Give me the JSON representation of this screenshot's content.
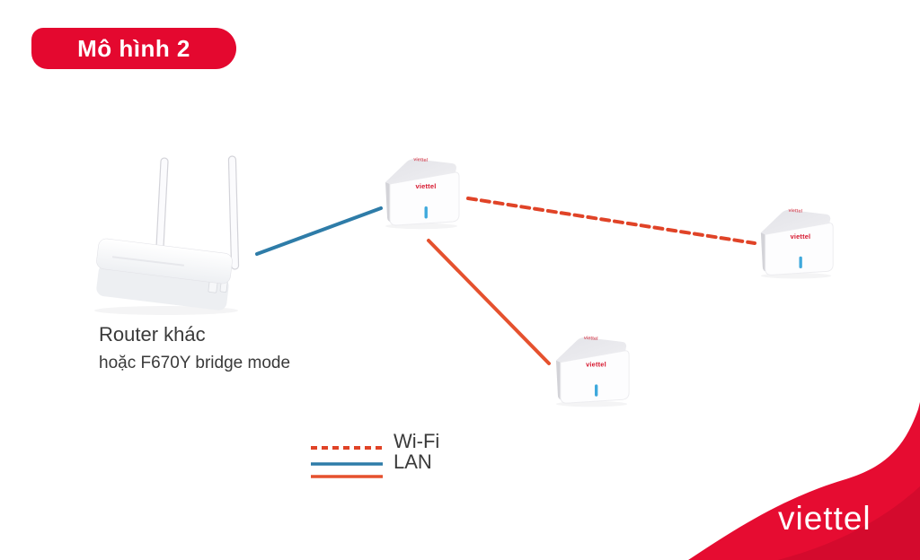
{
  "badge": {
    "label": "Mô hình 2"
  },
  "diagram": {
    "router": {
      "title": "Router khác",
      "subtitle": "hoặc F670Y bridge mode"
    },
    "nodes": [
      {
        "id": "mesh-node-top",
        "logo": "viettel"
      },
      {
        "id": "mesh-node-right",
        "logo": "viettel"
      },
      {
        "id": "mesh-node-bottom",
        "logo": "viettel"
      }
    ],
    "connections": [
      {
        "from": "router",
        "to": "mesh-node-top",
        "type": "LAN",
        "style": "solid",
        "color": "#2e7ca8"
      },
      {
        "from": "mesh-node-top",
        "to": "mesh-node-right",
        "type": "Wi-Fi",
        "style": "dashed",
        "color": "#e04327"
      },
      {
        "from": "mesh-node-top",
        "to": "mesh-node-bottom",
        "type": "LAN",
        "style": "solid",
        "color": "#e5512e"
      }
    ]
  },
  "legend": {
    "wifi_label": "Wi-Fi",
    "lan_label": "LAN",
    "wifi_line_color": "#e04327",
    "lan_line_color_blue": "#2e7ca8",
    "lan_line_color_orange": "#e5512e"
  },
  "device_logo": "viettel",
  "brand": {
    "wordmark": "viettel",
    "wave_color": "#e60c31"
  },
  "colors": {
    "badge_red": "#e4082f",
    "text_dark": "#3a3a3a",
    "led_blue": "#3fa9dc"
  }
}
